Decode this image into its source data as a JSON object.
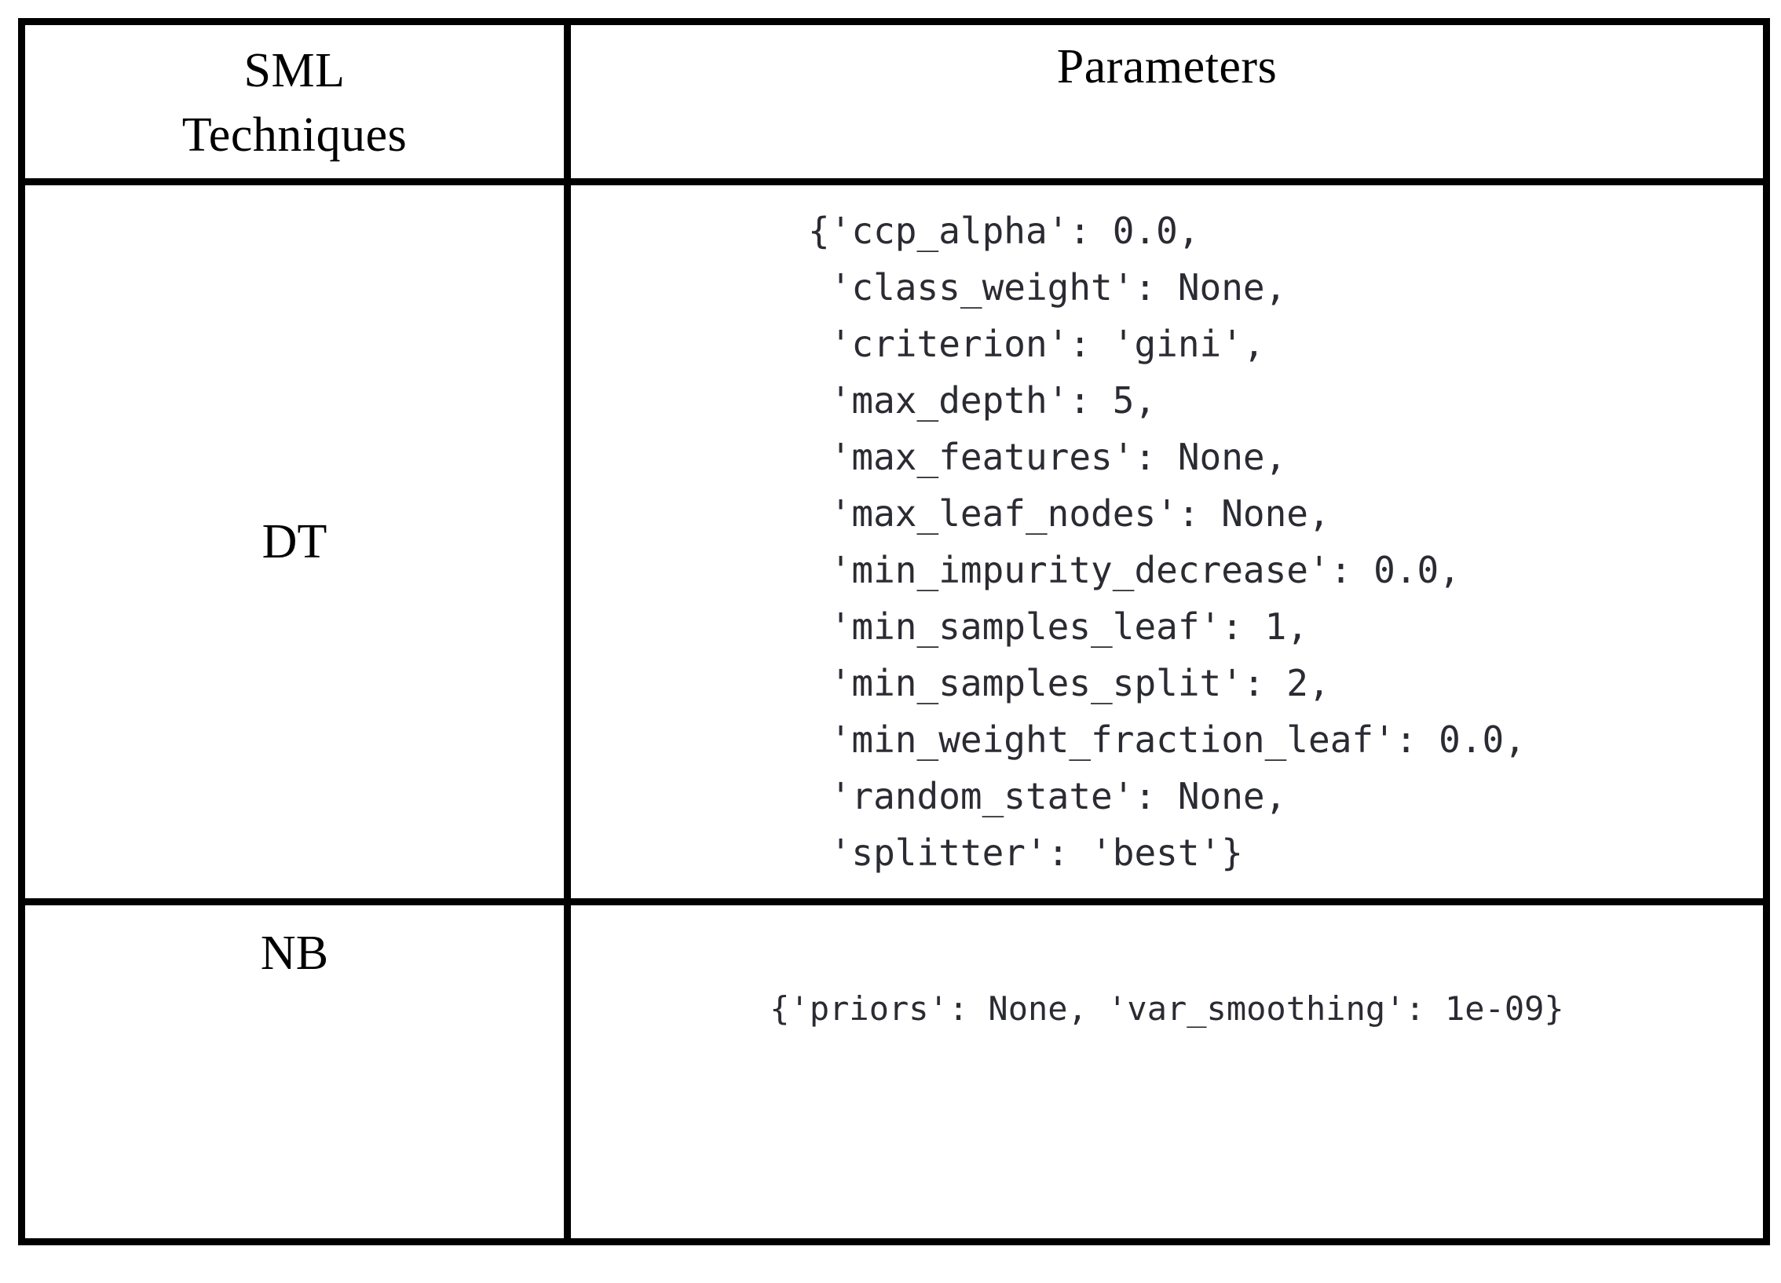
{
  "table": {
    "caption_present": false,
    "columns": [
      {
        "key": "technique",
        "header_lines": [
          "SML",
          "Techniques"
        ]
      },
      {
        "key": "parameters",
        "header_lines": [
          "Parameters"
        ]
      }
    ],
    "rows": [
      {
        "technique": "DT",
        "parameters_lines": [
          "{'ccp_alpha': 0.0,",
          " 'class_weight': None,",
          " 'criterion': 'gini',",
          " 'max_depth': 5,",
          " 'max_features': None,",
          " 'max_leaf_nodes': None,",
          " 'min_impurity_decrease': 0.0,",
          " 'min_samples_leaf': 1,",
          " 'min_samples_split': 2,",
          " 'min_weight_fraction_leaf': 0.0,",
          " 'random_state': None,",
          " 'splitter': 'best'}"
        ],
        "parameters_text": "{'ccp_alpha': 0.0,\n 'class_weight': None,\n 'criterion': 'gini',\n 'max_depth': 5,\n 'max_features': None,\n 'max_leaf_nodes': None,\n 'min_impurity_decrease': 0.0,\n 'min_samples_leaf': 1,\n 'min_samples_split': 2,\n 'min_weight_fraction_leaf': 0.0,\n 'random_state': None,\n 'splitter': 'best'}"
      },
      {
        "technique": "NB",
        "parameters_lines": [
          "{'priors': None, 'var_smoothing': 1e-09}"
        ],
        "parameters_text": "{'priors': None, 'var_smoothing': 1e-09}"
      }
    ]
  },
  "header": {
    "technique_line1": "SML",
    "technique_line2": "Techniques",
    "parameters": "Parameters"
  },
  "colors": {
    "border": "#000000",
    "background": "#ffffff",
    "header_text": "#000000",
    "code_text": "#2b2b33"
  }
}
